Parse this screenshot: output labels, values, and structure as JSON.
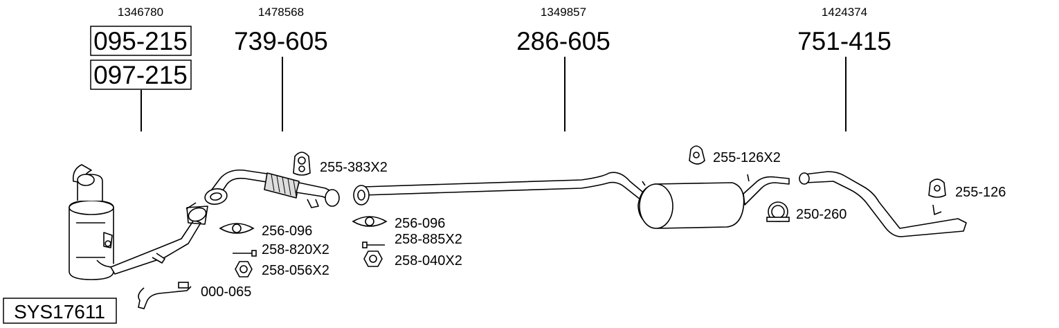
{
  "system_id": "SYS17611",
  "sections": {
    "front": {
      "oem": "1346780",
      "parts": [
        "095-215",
        "097-215"
      ]
    },
    "front_pipe": {
      "oem": "1478568",
      "part": "739-605"
    },
    "middle": {
      "oem": "1349857",
      "part": "286-605"
    },
    "rear": {
      "oem": "1424374",
      "part": "751-415"
    }
  },
  "accessories": {
    "rubber_mount_a": "255-383X2",
    "gasket_a": "256-096",
    "bolt_a": "258-820X2",
    "nut_a": "258-056X2",
    "sensor": "000-065",
    "gasket_b": "256-096",
    "bolt_b": "258-885X2",
    "nut_b": "258-040X2",
    "rubber_mount_b": "255-126X2",
    "clamp": "250-260",
    "rubber_mount_c": "255-126"
  }
}
